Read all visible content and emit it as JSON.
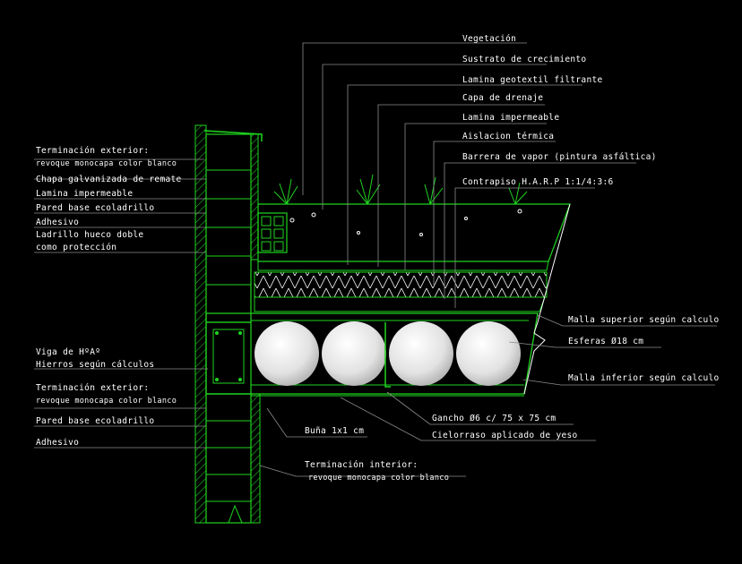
{
  "colors": {
    "background": "#000000",
    "structure": "#1fd41f",
    "leader": "#8c8c8c",
    "text": "#ffffff",
    "sphere": "#e6e6e6"
  },
  "labels_right": [
    {
      "id": "vegetacion",
      "text": "Vegetación"
    },
    {
      "id": "sustrato",
      "text": "Sustrato de crecimiento"
    },
    {
      "id": "geotextil",
      "text": "Lamina geotextil filtrante"
    },
    {
      "id": "drenaje",
      "text": "Capa de drenaje"
    },
    {
      "id": "impermeable",
      "text": "Lamina impermeable"
    },
    {
      "id": "aislacion",
      "text": "Aislacion térmica"
    },
    {
      "id": "barrera",
      "text": "Barrera de vapor (pintura asfáltica)"
    },
    {
      "id": "contrapiso",
      "text": "Contrapiso H.A.R.P 1:1/4:3:6"
    }
  ],
  "labels_right_lower": [
    {
      "id": "malla-sup",
      "text": "Malla superior según calculo"
    },
    {
      "id": "esferas",
      "text": "Esferas Ø18 cm"
    },
    {
      "id": "malla-inf",
      "text": "Malla inferior según calculo"
    }
  ],
  "labels_bottom": [
    {
      "id": "gancho",
      "text": "Gancho Ø6 c/ 75 x 75 cm"
    },
    {
      "id": "cielorraso",
      "text": "Cielorraso aplicado de yeso"
    },
    {
      "id": "buna",
      "text": "Buña 1x1 cm"
    },
    {
      "id": "term-int-1",
      "text": "Terminación interior:"
    },
    {
      "id": "term-int-2",
      "text": "revoque monocapa color blanco"
    }
  ],
  "labels_left": [
    {
      "id": "term-ext-1",
      "text": "Terminación exterior:"
    },
    {
      "id": "term-ext-2",
      "text": "revoque monocapa color blanco"
    },
    {
      "id": "chapa",
      "text": "Chapa galvanizada de remate"
    },
    {
      "id": "lamina-imp",
      "text": "Lamina impermeable"
    },
    {
      "id": "pared-base",
      "text": "Pared base ecoladrillo"
    },
    {
      "id": "adhesivo",
      "text": "Adhesivo"
    },
    {
      "id": "ladrillo-1",
      "text": "Ladrillo hueco doble"
    },
    {
      "id": "ladrillo-2",
      "text": "como protección"
    }
  ],
  "labels_left_lower": [
    {
      "id": "viga-1",
      "text": "Viga de HºAº"
    },
    {
      "id": "viga-2",
      "text": "Hierros según cálculos"
    },
    {
      "id": "term-ext2-1",
      "text": "Terminación exterior:"
    },
    {
      "id": "term-ext2-2",
      "text": "revoque monocapa color blanco"
    },
    {
      "id": "pared-base-2",
      "text": "Pared base ecoladrillo"
    },
    {
      "id": "adhesivo-2",
      "text": "Adhesivo"
    }
  ]
}
